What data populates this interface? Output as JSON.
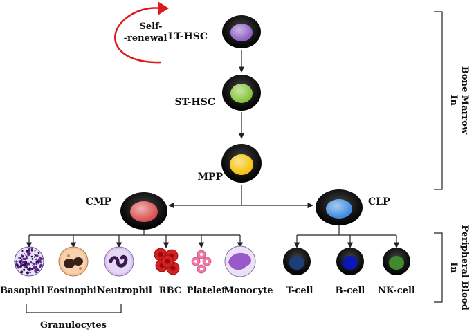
{
  "self_renewal": {
    "line1": "Self-",
    "line2": "-renewal"
  },
  "stem": {
    "lt_hsc": "LT-HSC",
    "st_hsc": "ST-HSC",
    "mpp": "MPP"
  },
  "progenitors": {
    "cmp": "CMP",
    "clp": "CLP"
  },
  "myeloid_cells": {
    "basophil": "Basophil",
    "eosinophil": "Eosinophil",
    "neutrophil": "Neutrophil",
    "rbc": "RBC",
    "platelet": "Platelet",
    "monocyte": "Monocyte"
  },
  "lymphoid_cells": {
    "t_cell": "T-cell",
    "b_cell": "B-cell",
    "nk_cell": "NK-cell"
  },
  "granulocytes": "Granulocytes",
  "regions": {
    "bone_marrow_line1": "In",
    "bone_marrow_line2": "Bone Marrow",
    "peripheral_line1": "In",
    "peripheral_line2": "Peripheral Blood"
  },
  "colors": {
    "lt_hsc": "#8e5fc4",
    "st_hsc": "#86c43c",
    "mpp": "#f5c20a",
    "cmp": "#d95050",
    "clp": "#3f8ce0",
    "t_cell": "#1d3e7a",
    "b_cell": "#0a18b8",
    "nk_cell": "#3f8a2c",
    "self_renewal_arrow": "#dd1a1a",
    "basophil": "#5a2a8c",
    "rbc": "#d42020",
    "platelet": "#f07aa8",
    "monocyte": "#9a58c8"
  }
}
